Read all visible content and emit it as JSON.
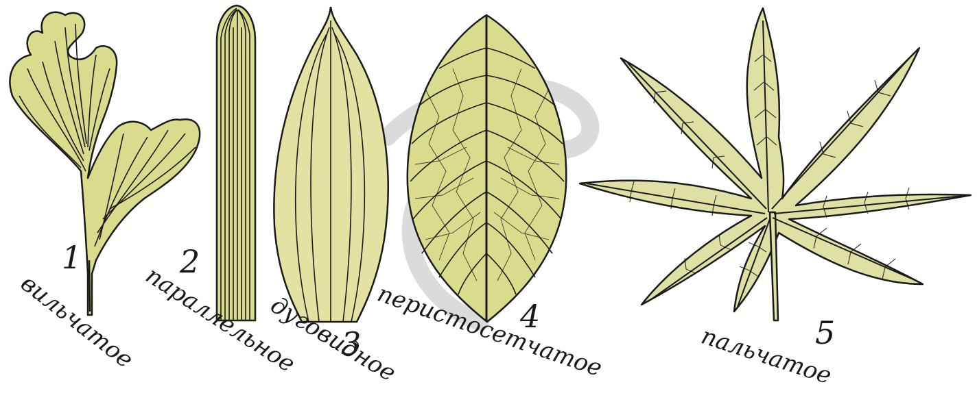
{
  "figure": {
    "watermark_color": "#c8c8c8",
    "leaf_fill": "#d9dc8c",
    "leaf_fill_alt": "#e2e3a2",
    "vein_color": "#1a1a1a",
    "leaves": [
      {
        "number": "1",
        "label": "вильчатое"
      },
      {
        "number": "2",
        "label": "параллельное"
      },
      {
        "number": "3",
        "label": "дуговидное"
      },
      {
        "number": "4",
        "label": "перистосетчатое"
      },
      {
        "number": "5",
        "label": "пальчатое"
      }
    ]
  }
}
